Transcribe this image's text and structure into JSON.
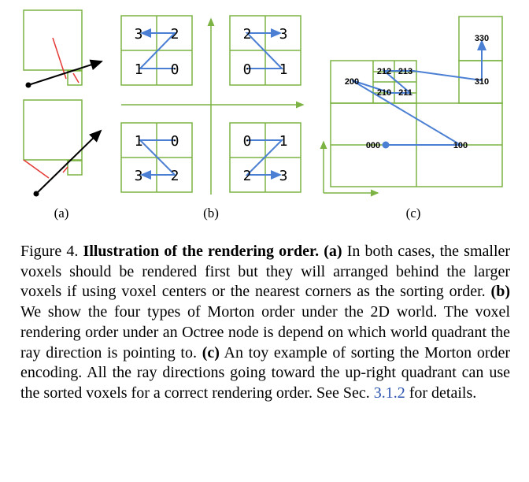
{
  "figure": {
    "subfigure_labels": {
      "a": "(a)",
      "b": "(b)",
      "c": "(c)"
    },
    "panel_b": {
      "quadrants": [
        {
          "id": "top-left",
          "cells": [
            "3",
            "2",
            "1",
            "0"
          ]
        },
        {
          "id": "top-right",
          "cells": [
            "2",
            "3",
            "0",
            "1"
          ]
        },
        {
          "id": "bottom-left",
          "cells": [
            "1",
            "0",
            "3",
            "2"
          ]
        },
        {
          "id": "bottom-right",
          "cells": [
            "0",
            "1",
            "2",
            "3"
          ]
        }
      ]
    },
    "panel_c": {
      "codes": [
        "330",
        "310",
        "212",
        "213",
        "200",
        "210",
        "211",
        "000",
        "100"
      ]
    },
    "colors": {
      "box": "#7cb342",
      "arrow_blue": "#4a7fd4",
      "ray": "#000000",
      "corner": "#e53935"
    }
  },
  "caption": {
    "figure_number": "Figure 4.",
    "title": "Illustration of the rendering order.",
    "a_label": "(a)",
    "a_text": "In both cases, the smaller voxels should be rendered first but they will arranged behind the larger voxels if using voxel centers or the nearest corners as the sorting order.",
    "b_label": "(b)",
    "b_text": "We show the four types of Morton order under the 2D world. The voxel rendering order under an Octree node is depend on which world quadrant the ray direction is pointing to.",
    "c_label": "(c)",
    "c_text": "An toy example of sorting the Morton order encoding. All the ray directions going toward the up-right quadrant can use the sorted voxels for a correct rendering order. See Sec.",
    "ref": "3.1.2",
    "tail": "for details."
  }
}
